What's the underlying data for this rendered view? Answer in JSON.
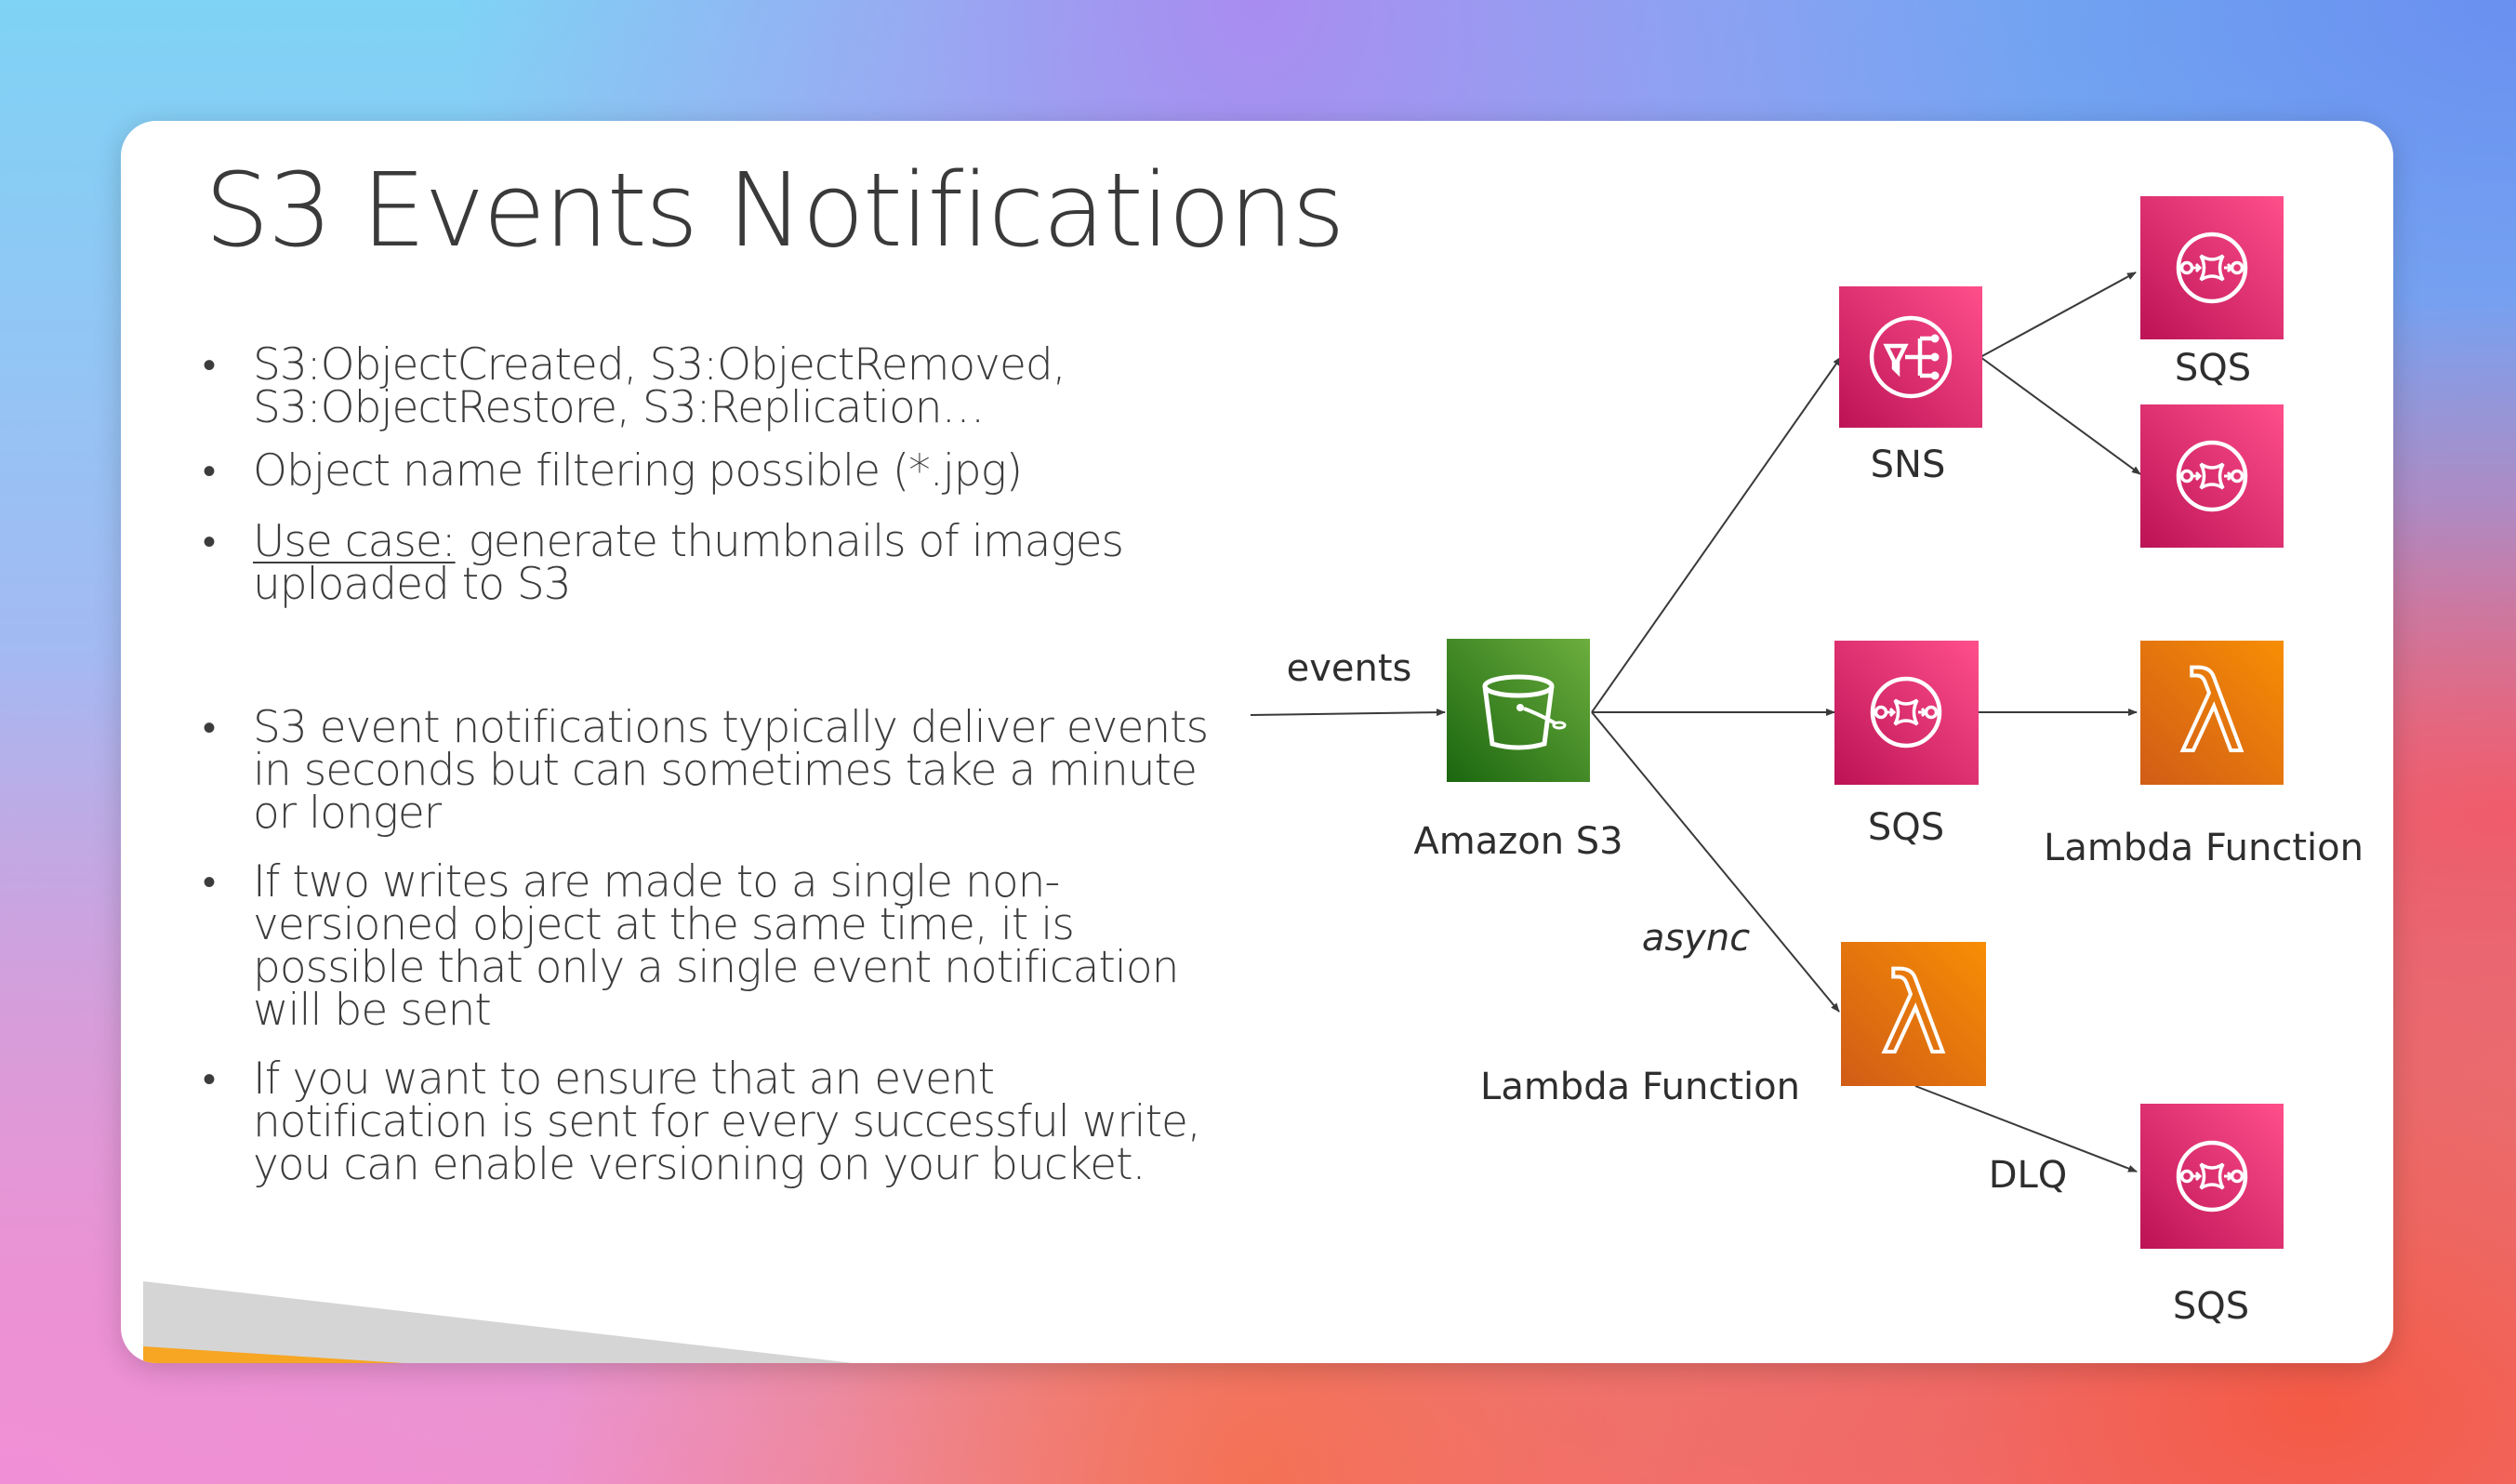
{
  "title": "S3 Events Notifications",
  "bullets": {
    "b1_line1": "S3:ObjectCreated, S3:ObjectRemoved,",
    "b1_line2": "S3:ObjectRestore, S3:Replication…",
    "b2": "Object name filtering possible (*.jpg)",
    "b3_underlined": "Use case:",
    "b3_line1_rest": " generate thumbnails of images",
    "b3_line2": "uploaded to S3",
    "b4_line1": "S3 event notifications typically deliver events",
    "b4_line2": "in seconds but can sometimes take a minute",
    "b4_line3": "or longer",
    "b5_line1": "If two writes are made to a single non-",
    "b5_line2": "versioned object at the same time, it is",
    "b5_line3": "possible that only a single event notification",
    "b5_line4": "will be sent",
    "b6_line1": "If you want to ensure that an event",
    "b6_line2": "notification is sent for every successful write,",
    "b6_line3": "you can enable versioning on your bucket."
  },
  "diagram": {
    "events_label": "events",
    "s3_label": "Amazon S3",
    "sns_label": "SNS",
    "sqs_label": "SQS",
    "lambda_label": "Lambda Function",
    "async_label": "async",
    "dlq_label": "DLQ",
    "lambda_glyph": "λ"
  },
  "colors": {
    "s3_green_light": "#6cae3e",
    "s3_green_dark": "#1b660f",
    "pink_light": "#ff4f8b",
    "pink_dark": "#bc1356",
    "orange_light": "#f78e04",
    "orange_dark": "#d05c17",
    "ribbon_orange": "#f6a623",
    "ribbon_gray": "#d5d5d5"
  },
  "icons": {
    "s3": "s3-bucket-icon",
    "sns": "sns-icon",
    "sqs": "sqs-icon",
    "lambda": "lambda-icon"
  }
}
